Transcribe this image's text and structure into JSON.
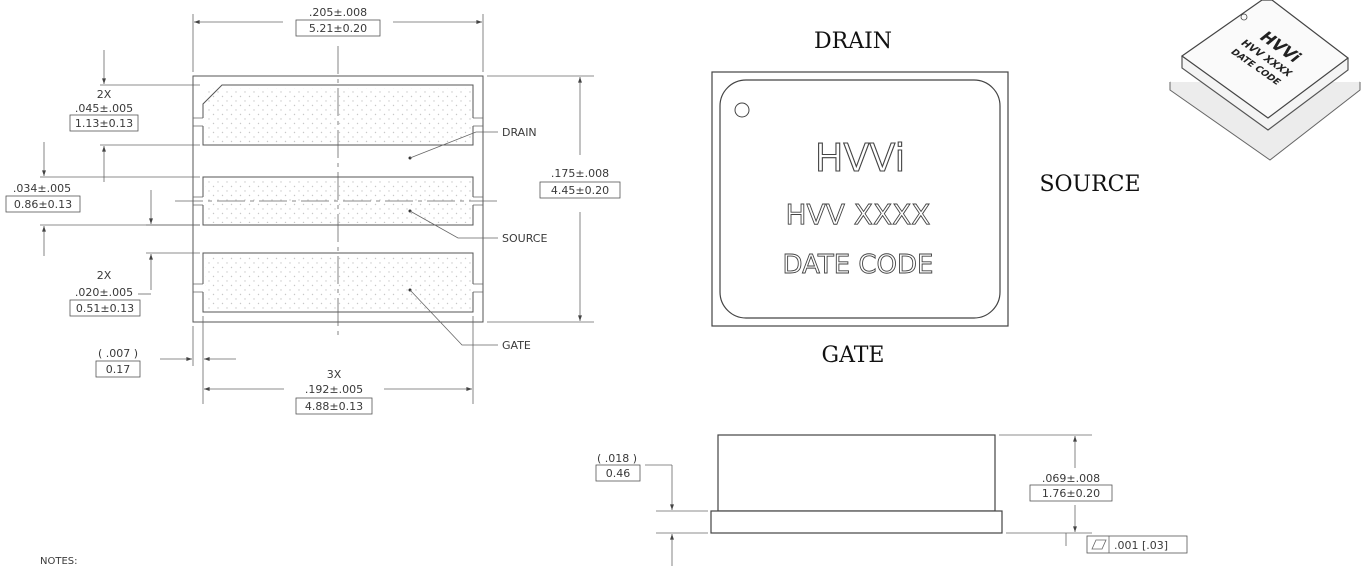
{
  "top_view": {
    "width_dim": {
      "in": ".205±.008",
      "mm": "5.21±0.20"
    },
    "height_dim": {
      "in": ".175±.008",
      "mm": "4.45±0.20"
    },
    "drain_pad_dim": {
      "qty": "2X",
      "in": ".045±.005",
      "mm": "1.13±0.13"
    },
    "source_pad_dim": {
      "in": ".034±.005",
      "mm": "0.86±0.13"
    },
    "gap_dim": {
      "qty": "2X",
      "in": ".020±.005",
      "mm": "0.51±0.13"
    },
    "edge_dim": {
      "in": "( .007 )",
      "mm": "0.17"
    },
    "pad_width_dim": {
      "qty": "3X",
      "in": ".192±.005",
      "mm": "4.88±0.13"
    },
    "pad_labels": {
      "drain": "DRAIN",
      "source": "SOURCE",
      "gate": "GATE"
    }
  },
  "marking_view": {
    "pin_labels": {
      "top": "DRAIN",
      "right": "SOURCE",
      "bottom": "GATE"
    },
    "brand": "HVVi",
    "part": "HVV XXXX",
    "date_code": "DATE CODE"
  },
  "side_view": {
    "flange_dim": {
      "in": "( .018 )",
      "mm": "0.46"
    },
    "height_dim": {
      "in": ".069±.008",
      "mm": "1.76±0.20"
    },
    "flatness": {
      "symbol": "flatness-icon",
      "value": ".001 [.03]"
    }
  },
  "iso_view": {
    "brand": "HVVi",
    "part": "HVV XXXX",
    "date_code": "DATE CODE"
  },
  "notes_label": "NOTES:"
}
